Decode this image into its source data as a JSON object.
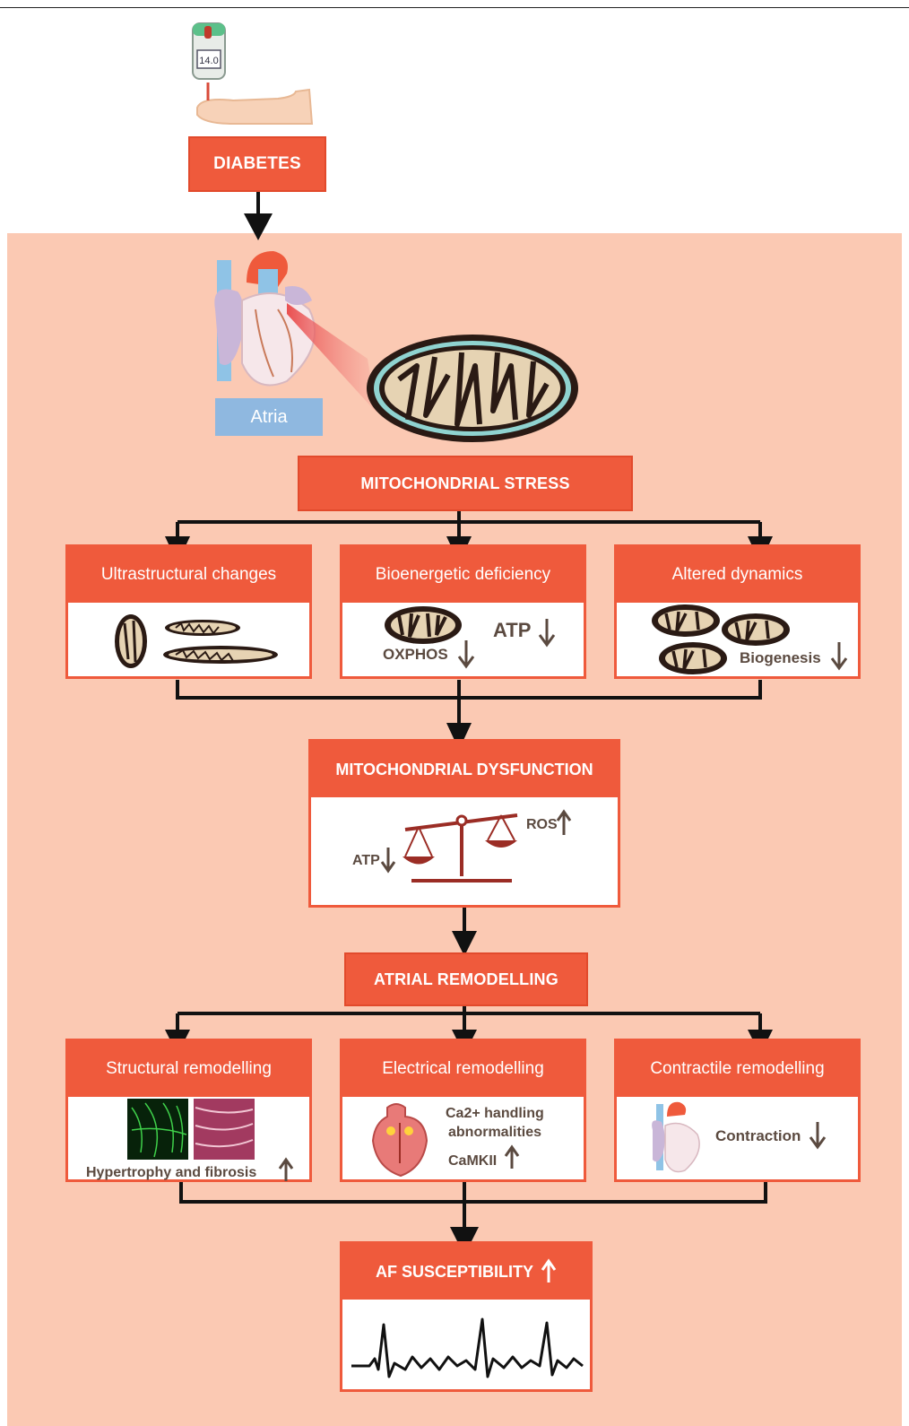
{
  "diabetes": {
    "label": "DIABETES",
    "meter_reading": "14.0"
  },
  "atria_label": "Atria",
  "mito_stress": "MITOCHONDRIAL STRESS",
  "stress_cards": [
    {
      "title": "Ultrastructural changes"
    },
    {
      "title": "Bioenergetic deficiency",
      "label_a": "ATP",
      "label_b": "OXPHOS"
    },
    {
      "title": "Altered dynamics",
      "label_a": "Biogenesis"
    }
  ],
  "dysfunction": {
    "title": "MITOCHONDRIAL DYSFUNCTION",
    "ros": "ROS",
    "atp": "ATP"
  },
  "remodelling": "ATRIAL REMODELLING",
  "remodel_cards": [
    {
      "title": "Structural remodelling",
      "caption": "Hypertrophy and fibrosis"
    },
    {
      "title": "Electrical remodelling",
      "line1": "Ca2+ handling",
      "line2": "abnormalities",
      "line3": "CaMKII"
    },
    {
      "title": "Contractile remodelling",
      "caption": "Contraction"
    }
  ],
  "af": {
    "title": "AF SUSCEPTIBILITY"
  },
  "colors": {
    "accent": "#ef5a3c",
    "panel": "#fbc9b3",
    "text": "#5b4a40",
    "atria": "#8fb8e0"
  }
}
